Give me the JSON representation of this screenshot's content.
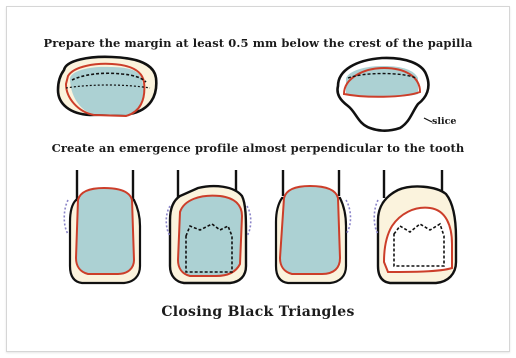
{
  "captions": {
    "top": "Prepare the margin at least 0.5 mm below the crest of the papilla",
    "middle": "Create an emergence profile almost perpendicular to the tooth",
    "title": "Closing Black Triangles"
  },
  "labels": {
    "slice": "slice"
  },
  "colors": {
    "tooth_fill": "#acd1d3",
    "gingiva_fill": "#fbf3dd",
    "restoration_outline": "#cc3e2a",
    "outline": "#111111",
    "contact_mark": "#8a84c8"
  }
}
